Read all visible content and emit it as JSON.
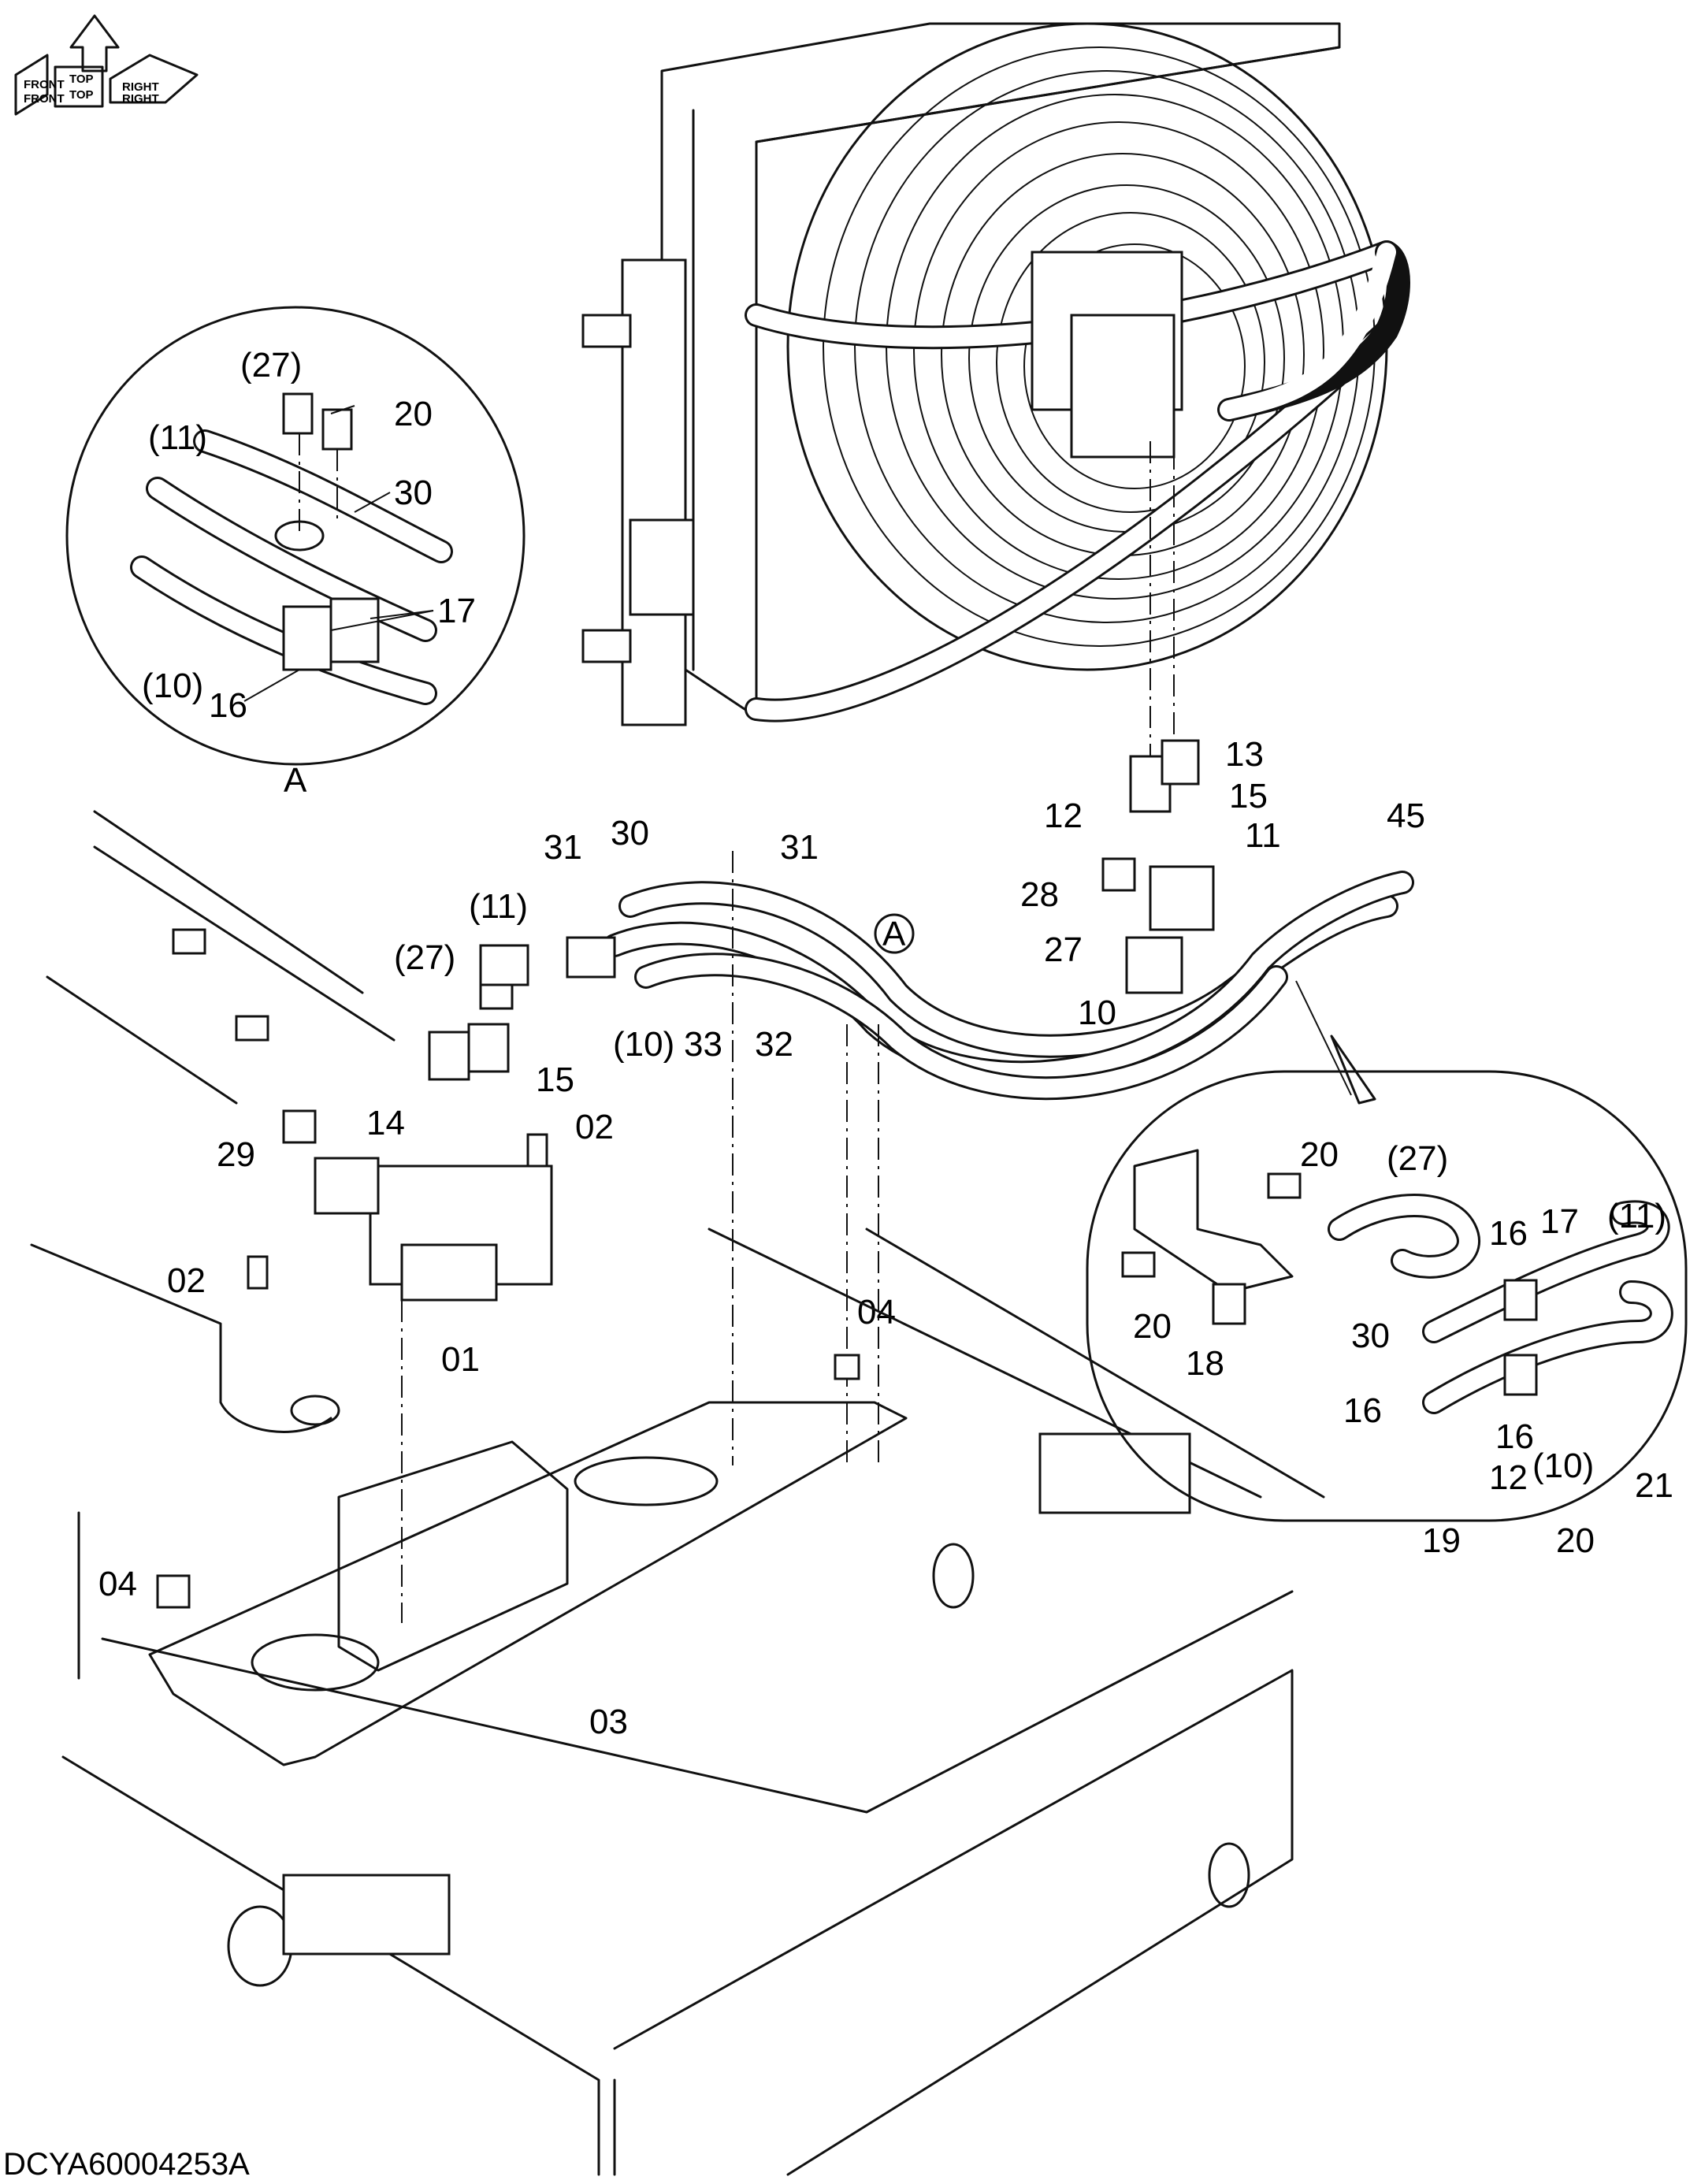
{
  "orientation": {
    "front": "FRONT",
    "top": "TOP",
    "right": "RIGHT",
    "front_mirror": "FRONT",
    "top_mirror": "TOP",
    "right_mirror": "RIGHT"
  },
  "detail_a": {
    "letter": "A"
  },
  "callout_a": {
    "letter": "A"
  },
  "labels": {
    "d27": "(27)",
    "d20": "20",
    "d11": "(11)",
    "d30": "30",
    "d17": "17",
    "d10": "(10)",
    "d16": "16",
    "m13": "13",
    "m12": "12",
    "m15a": "15",
    "m45": "45",
    "m11": "11",
    "m28": "28",
    "m27": "27",
    "m10": "10",
    "l31a": "31",
    "l30": "30",
    "l31b": "31",
    "l11": "(11)",
    "l27": "(27)",
    "l32": "32",
    "l33": "33",
    "l10": "(10)",
    "l15": "15",
    "l14": "14",
    "l02a": "02",
    "l29": "29",
    "l02b": "02",
    "l01": "01",
    "l04a": "04",
    "l04b": "04",
    "l03": "03",
    "r20a": "20",
    "r27": "(27)",
    "r16a": "16",
    "r17": "17",
    "r11": "(11)",
    "r20b": "20",
    "r18": "18",
    "r30": "30",
    "r16b": "16",
    "r16c": "16",
    "r10": "(10)",
    "r12": "12",
    "r21": "21",
    "r19": "19",
    "r20c": "20"
  },
  "drawing_code": "DCYA60004253A"
}
